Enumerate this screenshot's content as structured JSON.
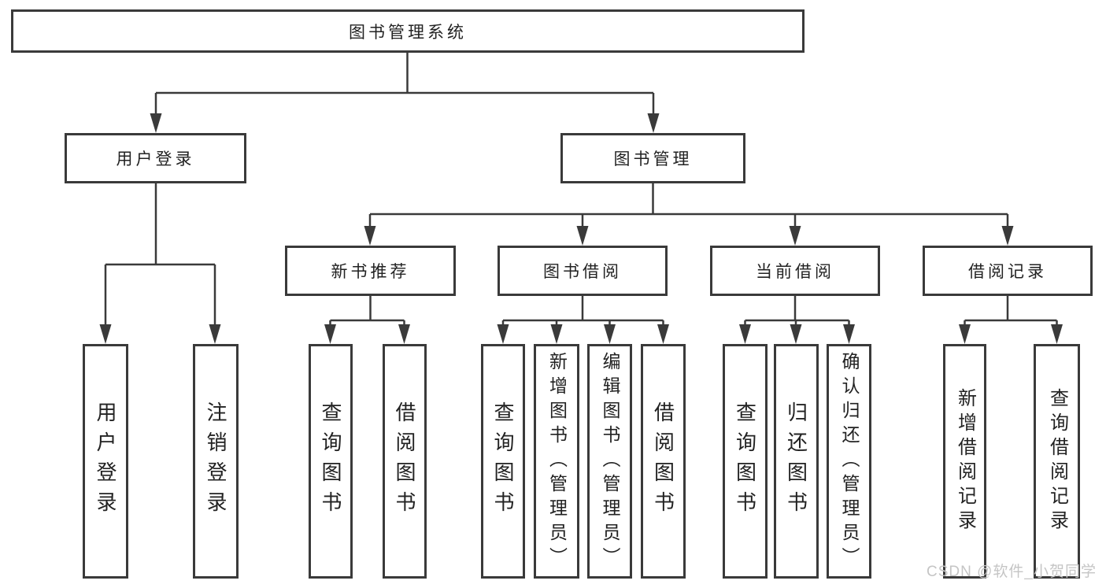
{
  "diagram": {
    "title": "图书管理系统",
    "colors": {
      "line": "#3a3a3a",
      "box_border": "#3a3a3a",
      "text": "#222222",
      "background": "#ffffff",
      "watermark": "#c5c5c5"
    },
    "nodes": {
      "root": {
        "label": "图书管理系统"
      },
      "user_login": {
        "label": "用户登录",
        "children": {
          "login": {
            "label": "用户登录"
          },
          "logout": {
            "label": "注销登录"
          }
        }
      },
      "book_mgmt": {
        "label": "图书管理",
        "children": {
          "new_book_rec": {
            "label": "新书推荐",
            "children": {
              "query": {
                "label": "查询图书"
              },
              "borrow": {
                "label": "借阅图书"
              }
            }
          },
          "book_borrow": {
            "label": "图书借阅",
            "children": {
              "query": {
                "label": "查询图书"
              },
              "add": {
                "label": "新增图书（管理员）"
              },
              "edit": {
                "label": "编辑图书（管理员）"
              },
              "borrow": {
                "label": "借阅图书"
              }
            }
          },
          "current_borrow": {
            "label": "当前借阅",
            "children": {
              "query": {
                "label": "查询图书"
              },
              "return": {
                "label": "归还图书"
              },
              "confirm": {
                "label": "确认归还（管理员）"
              }
            }
          },
          "borrow_records": {
            "label": "借阅记录",
            "children": {
              "add": {
                "label": "新增借阅记录"
              },
              "query": {
                "label": "查询借阅记录"
              }
            }
          }
        }
      }
    }
  },
  "watermark": {
    "text": "CSDN @软件_小贺同学"
  }
}
